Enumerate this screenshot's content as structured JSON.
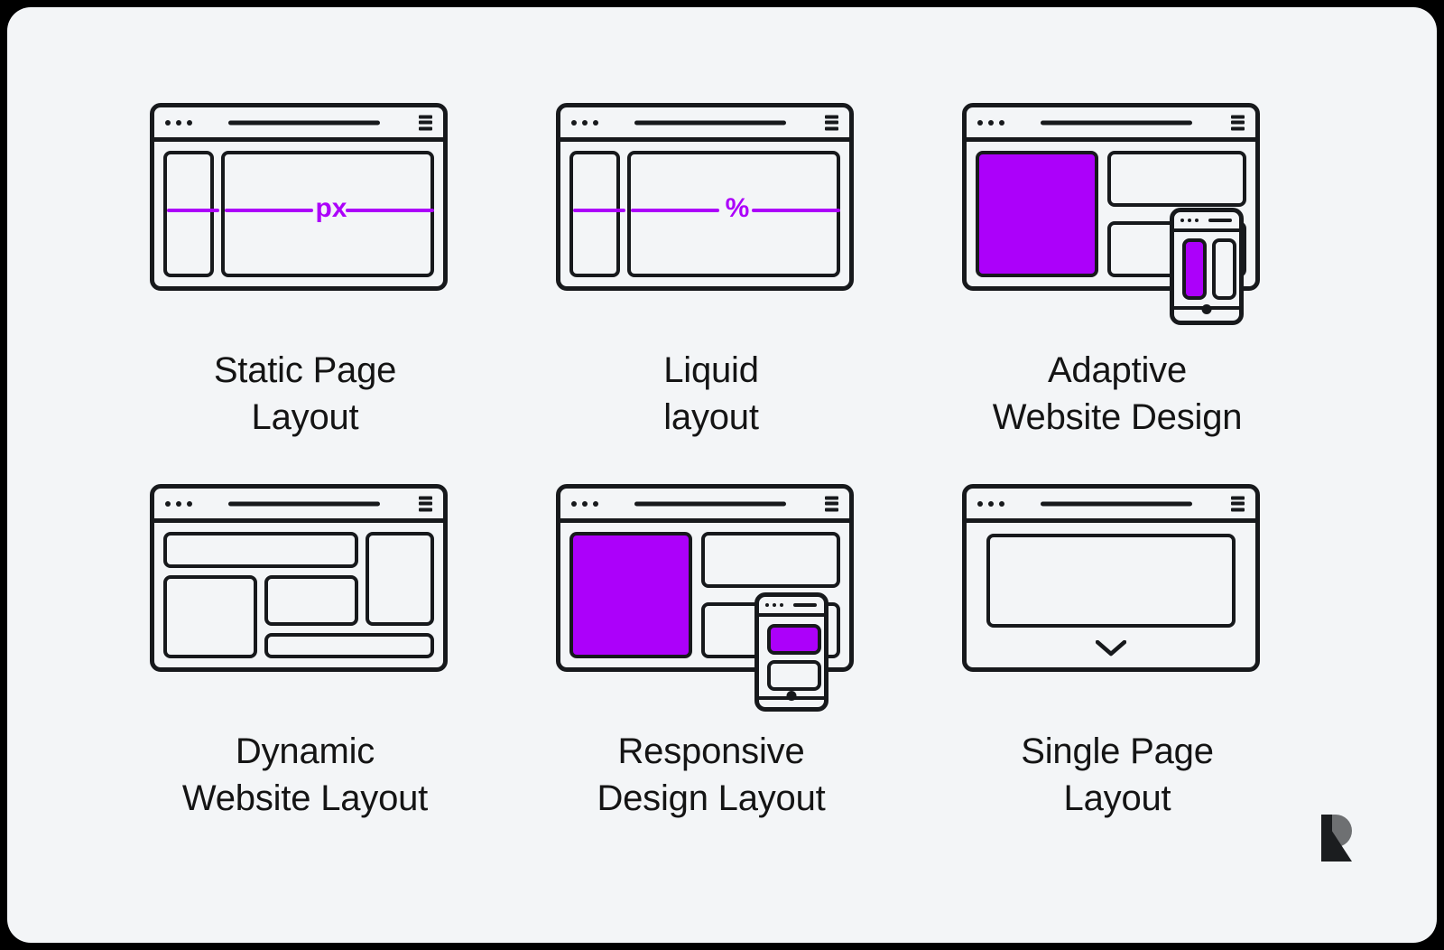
{
  "page": {
    "background_color": "#f3f5f7",
    "outer_color": "#000000",
    "accent_color": "#ac00fa",
    "line_color": "#17191c",
    "text_color": "#141414"
  },
  "cards": [
    {
      "id": "static-page-layout",
      "title": "Static Page\nLayout",
      "art": "browser-two-column-with-unit-line",
      "unit_label": "px",
      "has_phone": false,
      "has_filled_block": false
    },
    {
      "id": "liquid-layout",
      "title": "Liquid\nlayout",
      "art": "browser-two-column-with-unit-line",
      "unit_label": "%",
      "has_phone": false,
      "has_filled_block": false
    },
    {
      "id": "adaptive-website-design",
      "title": "Adaptive\nWebsite Design",
      "art": "browser-hero-plus-phone",
      "unit_label": "",
      "has_phone": true,
      "has_filled_block": true
    },
    {
      "id": "dynamic-website-layout",
      "title": "Dynamic\nWebsite Layout",
      "art": "browser-multi-block-grid",
      "unit_label": "",
      "has_phone": false,
      "has_filled_block": false
    },
    {
      "id": "responsive-design-layout",
      "title": "Responsive\nDesign Layout",
      "art": "browser-hero-plus-phone",
      "unit_label": "",
      "has_phone": true,
      "has_filled_block": true
    },
    {
      "id": "single-page-layout",
      "title": "Single Page\nLayout",
      "art": "browser-single-hero-with-chevron",
      "unit_label": "",
      "has_phone": false,
      "has_filled_block": false
    }
  ],
  "icons": {
    "window_dots": "traffic-light-dots",
    "address_bar": "address-bar",
    "menu": "hamburger-menu",
    "scroll_hint": "chevron-down",
    "phone_home": "home-button"
  },
  "logo": {
    "name": "r-monogram-logo",
    "bar_color": "#1b1d1f",
    "arc_color": "#6e7072"
  }
}
